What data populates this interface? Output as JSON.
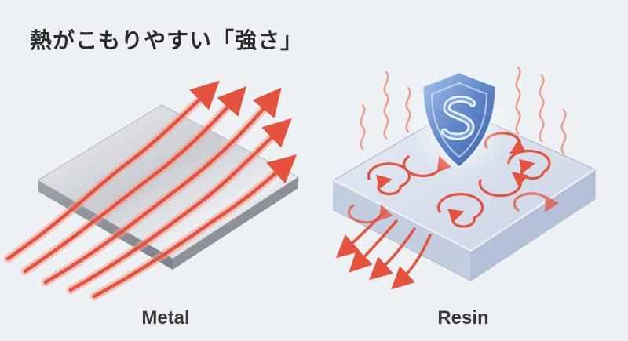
{
  "title": "熱がこもりやすい「強さ」",
  "panels": [
    {
      "label": "Metal"
    },
    {
      "label": "Resin"
    }
  ],
  "colors": {
    "background": "#eef1f4",
    "heat_arrow": "#e5533f",
    "heat_arrow_light": "#f4a08f",
    "metal_plate": "#c9cdd2",
    "resin_plate": "#cfd8e8",
    "shield": "#5f86c8"
  },
  "icons": [
    "heat-arrow-icon",
    "heat-swirl-icon",
    "heat-wave-icon",
    "shield-icon"
  ]
}
